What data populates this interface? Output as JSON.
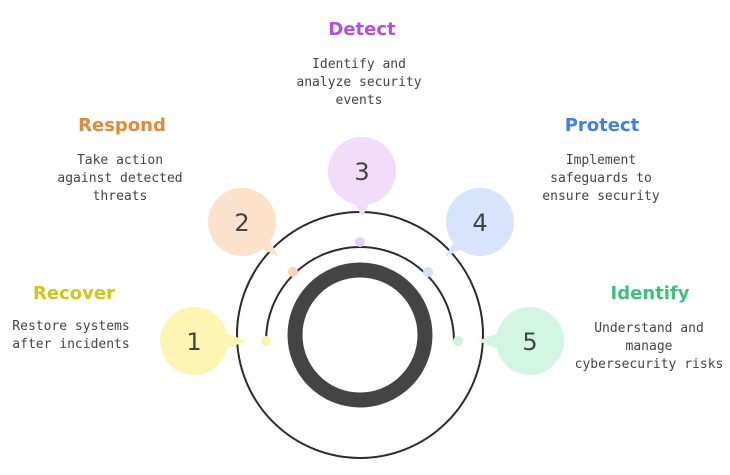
{
  "steps": [
    {
      "number": "1",
      "title": "Recover",
      "desc": [
        "Restore systems",
        "after incidents"
      ],
      "color": "#d4c41a",
      "fill": "#fdf5b3",
      "dot": "#fbf3b0"
    },
    {
      "number": "2",
      "title": "Respond",
      "desc": [
        "Take action",
        "against detected",
        "threats"
      ],
      "color": "#e08a3a",
      "fill": "#fce1cd",
      "dot": "#f8d2b8"
    },
    {
      "number": "3",
      "title": "Detect",
      "desc": [
        "Identify and",
        "analyze security",
        "events"
      ],
      "color": "#b04fe0",
      "fill": "#f1dcfa",
      "dot": "#e6d3f5"
    },
    {
      "number": "4",
      "title": "Protect",
      "desc": [
        "Implement",
        "safeguards to",
        "ensure security"
      ],
      "color": "#3f7fe6",
      "fill": "#d8e4fb",
      "dot": "#d3def8"
    },
    {
      "number": "5",
      "title": "Identify",
      "desc": [
        "Understand and",
        "manage",
        "cybersecurity risks"
      ],
      "color": "#3fc07a",
      "fill": "#d3f6e4",
      "dot": "#cdf2de"
    }
  ]
}
